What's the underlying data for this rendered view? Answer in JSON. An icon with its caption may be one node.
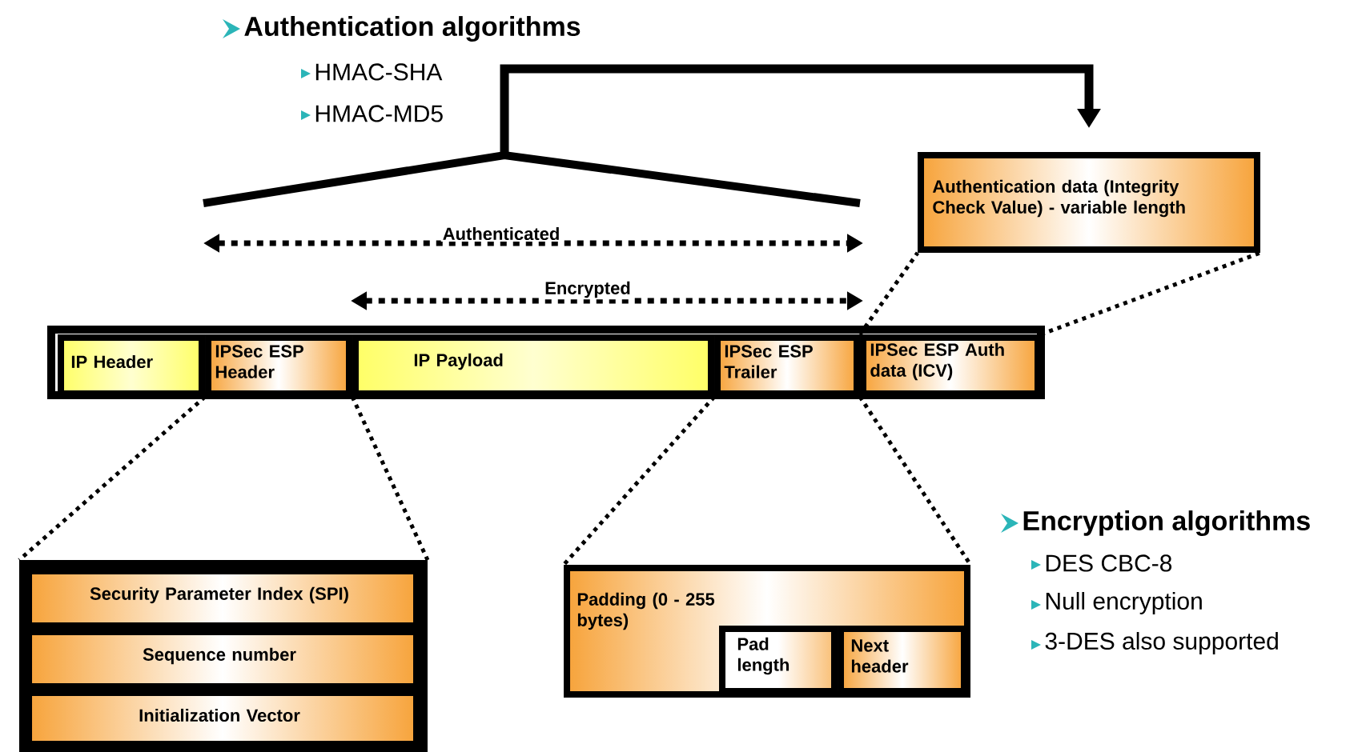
{
  "diagram": {
    "nodes": [
      {
        "text": [
          "IP Header"
        ]
      },
      {
        "text": [
          "IPSec ESP Header"
        ]
      },
      {
        "text": [
          "IP Payload"
        ]
      },
      {
        "text": [
          "IPSec ESP Trailer"
        ]
      },
      {
        "text": [
          "IPSec ESP Auth data (ICV)"
        ]
      },
      {
        "text": [
          "Authentication data (Integrity Check Value) - variable length"
        ]
      },
      {
        "text": [],
        "shape": "box"
      },
      {
        "text": [
          "Security Parameter Index (SPI)"
        ],
        "in": 6
      },
      {
        "text": [
          "Sequence number"
        ],
        "in": 6
      },
      {
        "text": [
          "Initialization Vector"
        ],
        "in": 6
      },
      {
        "text": [
          "Padding (0 - 255 bytes)"
        ]
      },
      {
        "text": [
          "Pad length"
        ],
        "in": 10
      },
      {
        "text": [
          "Next header"
        ],
        "in": 10
      },
      {
        "text": [],
        "shape": "bracket"
      }
    ],
    "edges": [
      {
        "from": 13,
        "to": 5,
        "arrow": "to",
        "style": "thick"
      },
      {
        "from": 4,
        "to": 5,
        "arrow": "none",
        "style": "dashed"
      },
      {
        "from": 4,
        "to": 5,
        "arrow": "none",
        "style": "dashed"
      },
      {
        "from": 1,
        "to": 6,
        "arrow": "none",
        "style": "dashed"
      },
      {
        "from": 1,
        "to": 6,
        "arrow": "none",
        "style": "dashed"
      },
      {
        "from": 3,
        "to": 10,
        "arrow": "none",
        "style": "dashed"
      },
      {
        "from": 3,
        "to": 10,
        "arrow": "none",
        "style": "dashed"
      }
    ],
    "labels": [
      "Authentication algorithms",
      "HMAC-SHA",
      "HMAC-MD5",
      "Authenticated",
      "Encrypted",
      "Encryption algorithms",
      "DES CBC-8",
      "Null encryption",
      "3-DES also supported"
    ]
  }
}
